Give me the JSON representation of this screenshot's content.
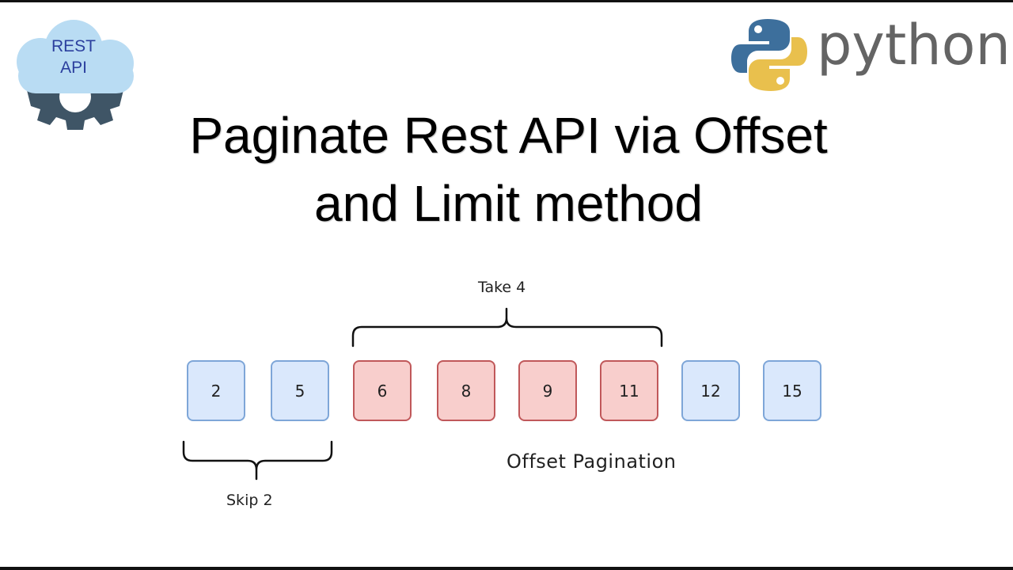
{
  "logos": {
    "rest_api": {
      "line1": "REST",
      "line2": "API",
      "cloud_color": "#b9dcf3",
      "gear_color": "#3f5566",
      "text_color": "#2b3f9e"
    },
    "python": {
      "word": "python",
      "blue": "#3d6f9c",
      "yellow": "#e9c04d"
    }
  },
  "title": {
    "line1": "Paginate Rest API via Offset",
    "line2": "and Limit method"
  },
  "diagram": {
    "take_label": "Take 4",
    "skip_label": "Skip 2",
    "caption": "Offset Pagination",
    "items": [
      {
        "value": "2",
        "state": "skipped"
      },
      {
        "value": "5",
        "state": "skipped"
      },
      {
        "value": "6",
        "state": "taken"
      },
      {
        "value": "8",
        "state": "taken"
      },
      {
        "value": "9",
        "state": "taken"
      },
      {
        "value": "11",
        "state": "taken"
      },
      {
        "value": "12",
        "state": "remaining"
      },
      {
        "value": "15",
        "state": "remaining"
      }
    ],
    "colors": {
      "skipped_fill": "#dae8fc",
      "skipped_border": "#7ea6d8",
      "taken_fill": "#f8cecc",
      "taken_border": "#c0585a"
    }
  }
}
